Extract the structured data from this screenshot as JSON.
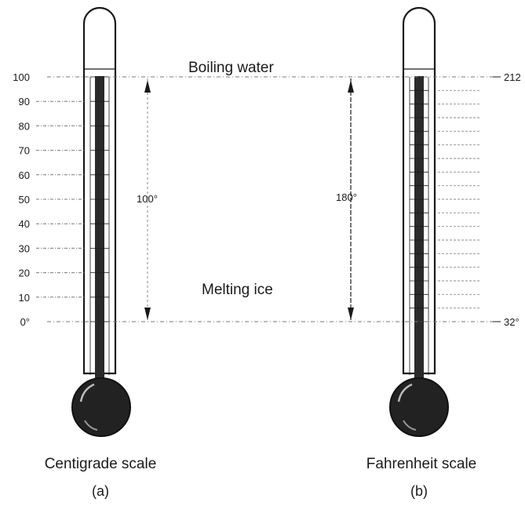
{
  "labels": {
    "boiling": "Boiling water",
    "melting": "Melting ice",
    "centigrade_difference": "100°",
    "fahrenheit_difference": "180°"
  },
  "centigrade": {
    "caption": "Centigrade scale",
    "sublabel": "(a)",
    "tick_labels": [
      "100",
      "90",
      "80",
      "70",
      "60",
      "50",
      "40",
      "30",
      "20",
      "10",
      "0°"
    ]
  },
  "fahrenheit": {
    "caption": "Fahrenheit scale",
    "sublabel": "(b)",
    "top_label": "212",
    "bottom_label": "32°"
  },
  "colors": {
    "ink": "#1a1a1a",
    "mercury": "#2a2a2a",
    "dashes": "#777777"
  }
}
